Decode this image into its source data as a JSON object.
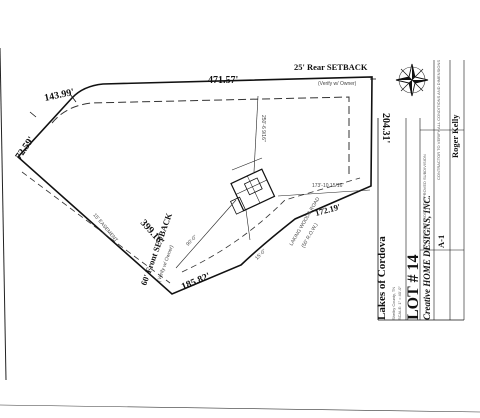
{
  "project": {
    "subdivision": "Lakes of Cordova",
    "lot": "LOT # 14",
    "county_line": "Shelby County, TN",
    "scale_line": "SCALE: 1\" = 40'-0\"",
    "company": "Creative HOME DESIGNS, INC.",
    "plot_note": "PLOT TAKEN FROM AN APPROVED SUBDIVISION",
    "contractor_note": "CONTRACTOR TO VERIFY ALL CONDITIONS AND DIMENSIONS",
    "drawn_by": "Roger Kelly",
    "sheet_no": "A-1"
  },
  "dimensions": {
    "top": "471.57'",
    "top_left": "143.99'",
    "left_corner": "72.59'",
    "left": "399.16'",
    "bottom": "185.82'",
    "road_arc": "172.19'",
    "right": "204.31'"
  },
  "setbacks": {
    "front": "60' Front SETBACK",
    "front_note": "(Verify w/ Owner)",
    "rear": "25' Rear SETBACK",
    "rear_note": "(Verify w/ Owner)"
  },
  "annotations": {
    "road": "LAKING WOODS ROAD",
    "road_row": "(50' R.O.W.)",
    "easement": "15' EASEMENT",
    "house_dist_rear": "250'-6 9/16\"",
    "house_dist_right": "173'-10 15/16\"",
    "house_dist_front": "90'-0\"",
    "side_dim": "15'-0\""
  },
  "colors": {
    "ink": "#111111",
    "paper": "#ffffff",
    "dash": "#333333"
  }
}
